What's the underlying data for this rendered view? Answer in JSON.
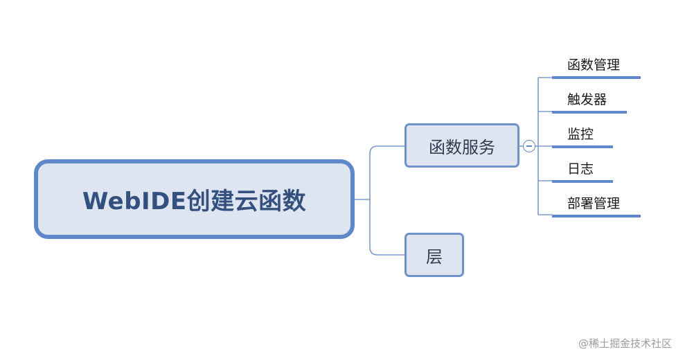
{
  "root": {
    "label": "WebIDE创建云函数"
  },
  "branches": [
    {
      "label": "函数服务",
      "children": [
        "函数管理",
        "触发器",
        "监控",
        "日志",
        "部署管理"
      ]
    },
    {
      "label": "层",
      "children": []
    }
  ],
  "watermark": "@稀土掘金技术社区",
  "colors": {
    "accent": "#5e88c9",
    "node_fill": "#dfe5f0",
    "root_text": "#33507f"
  }
}
